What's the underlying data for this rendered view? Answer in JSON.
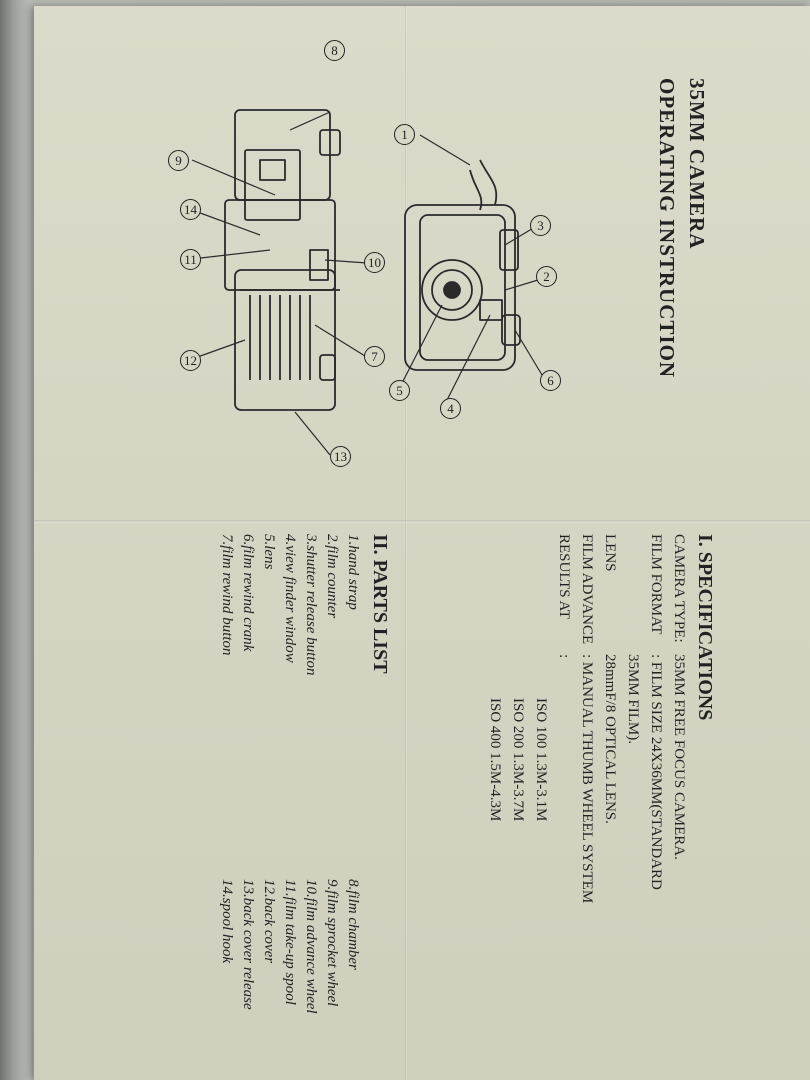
{
  "header": {
    "line1": "35MM CAMERA",
    "line2": "OPERATING INSTRUCTION"
  },
  "specifications": {
    "heading": "I. SPECIFICATIONS",
    "rows": [
      {
        "label": "CAMERA TYPE:",
        "value": "35MM FREE FOCUS CAMERA."
      },
      {
        "label": "FILM FORMAT",
        "value": ": FILM SIZE 24X36MM(STANDARD"
      },
      {
        "label": "",
        "value": "35MM FILM)."
      },
      {
        "label": "LENS",
        "value": "28mmF/8 OPTICAL LENS."
      },
      {
        "label": "FILM ADVANCE",
        "value": ": MANUAL THUMB WHEEL SYSTEM"
      },
      {
        "label": "RESULTS AT",
        "value": ":"
      },
      {
        "label": "",
        "value": "ISO 100 1.3M-3.1M"
      },
      {
        "label": "",
        "value": "ISO 200 1.3M-3.7M"
      },
      {
        "label": "",
        "value": "ISO 400 1.5M-4.3M"
      }
    ]
  },
  "parts": {
    "heading": "II. PARTS LIST",
    "rows": [
      {
        "left": "1.hand strap",
        "right": "8.film chamber"
      },
      {
        "left": "2.film counter",
        "right": "9.film sprocket wheel"
      },
      {
        "left": "3.shutter release button",
        "right": "10.film advance wheel"
      },
      {
        "left": "4.view finder window",
        "right": "11.film take-up spool"
      },
      {
        "left": "5.lens",
        "right": "12.back cover"
      },
      {
        "left": "6.film rewind crank",
        "right": "13.back cover release"
      },
      {
        "left": "7.film rewind button",
        "right": "14.spool hook"
      }
    ]
  },
  "diagram": {
    "callouts": [
      "1",
      "2",
      "3",
      "4",
      "5",
      "6",
      "7",
      "8",
      "9",
      "10",
      "11",
      "12",
      "13",
      "14"
    ]
  }
}
